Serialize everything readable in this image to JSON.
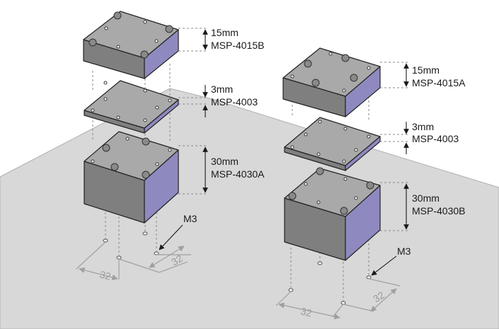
{
  "colors": {
    "plate_fill": "#d8d8d8",
    "block_top": "#a9a9a9",
    "block_front": "#7f7f7f",
    "block_side": "#8e8ac0",
    "dimension_gray": "#9a9a9a",
    "ink": "#1a1a1a"
  },
  "left_stack": {
    "top_block": {
      "size": "15mm",
      "part": "MSP-4015B"
    },
    "spacer": {
      "size": "3mm",
      "part": "MSP-4003"
    },
    "bottom_block": {
      "size": "30mm",
      "part": "MSP-4030A"
    },
    "screw_label": "M3",
    "dim_a": "32",
    "dim_b": "32"
  },
  "right_stack": {
    "top_block": {
      "size": "15mm",
      "part": "MSP-4015A"
    },
    "spacer": {
      "size": "3mm",
      "part": "MSP-4003"
    },
    "bottom_block": {
      "size": "30mm",
      "part": "MSP-4030B"
    },
    "screw_label": "M3",
    "dim_a": "32",
    "dim_b": "32"
  }
}
